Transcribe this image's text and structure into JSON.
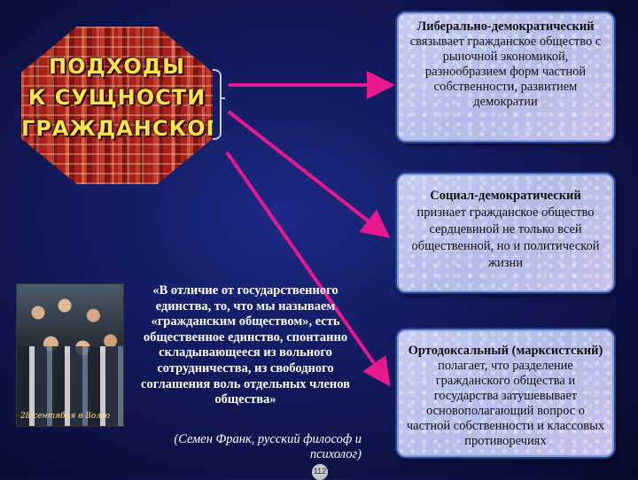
{
  "slide": {
    "title_image": {
      "lines": [
        "ПОДХОДЫ",
        "К СУЩНОСТИ",
        "ГРАЖДАНСКОГО"
      ]
    },
    "approaches": [
      {
        "heading": "Либерально-демократический",
        "text": "связывает гражданское общество с рыночной экономикой, разнообразием форм частной собственности, развитием демократии"
      },
      {
        "heading": "Социал-демократический",
        "text": "признает гражданское общество сердцевиной не только всей общественной, но и политической жизни"
      },
      {
        "heading": "Ортодоксальный (марксистский)",
        "text": "полагает, что разделение гражданского общества и государства затушевывает основополагающий вопрос о частной собственности и классовых противоречиях"
      }
    ],
    "quote": {
      "text": "«В отличие от государственного единства, то, что мы называем «гражданским обществом», есть общественное единство, спонтанно складывающееся из вольного сотрудничества, из свободного соглашения воль отдельных членов общества»",
      "author": "(Семен Франк, русский философ и психолог)"
    },
    "photo_caption": "28 сентября в Волго",
    "page_number": "112",
    "colors": {
      "arrow": "#e8188f",
      "box_fill": "#bcc3ec",
      "title_text": "#f7e44c"
    }
  }
}
